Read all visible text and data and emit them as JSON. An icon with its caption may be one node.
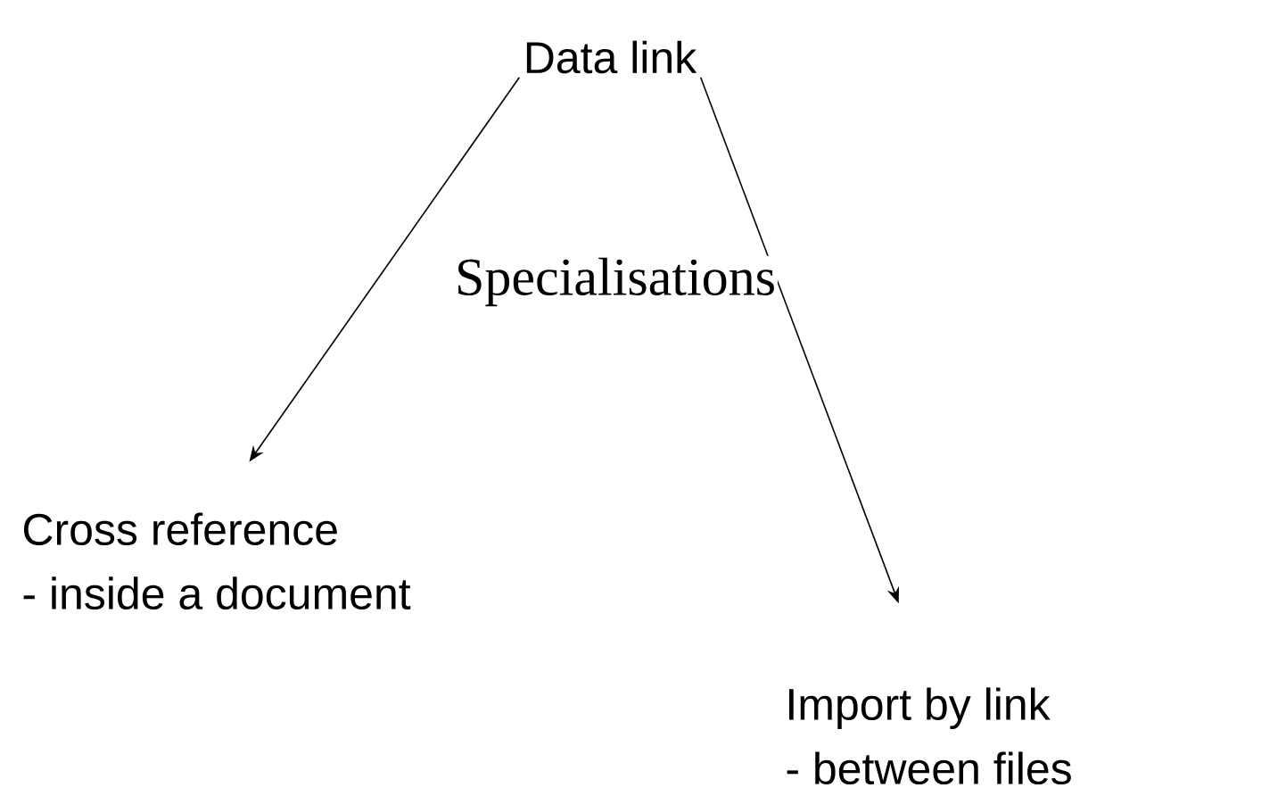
{
  "diagram": {
    "nodes": [
      {
        "text": [
          "Data link"
        ]
      },
      {
        "text": [
          "Cross reference",
          "- inside a document"
        ]
      },
      {
        "text": [
          "Import by link",
          "- between files"
        ]
      }
    ],
    "edges": [
      {
        "from": 0,
        "to": 1,
        "arrow": "to"
      },
      {
        "from": 0,
        "to": 2,
        "arrow": "to"
      }
    ],
    "labels": [
      "Specialisations"
    ]
  }
}
